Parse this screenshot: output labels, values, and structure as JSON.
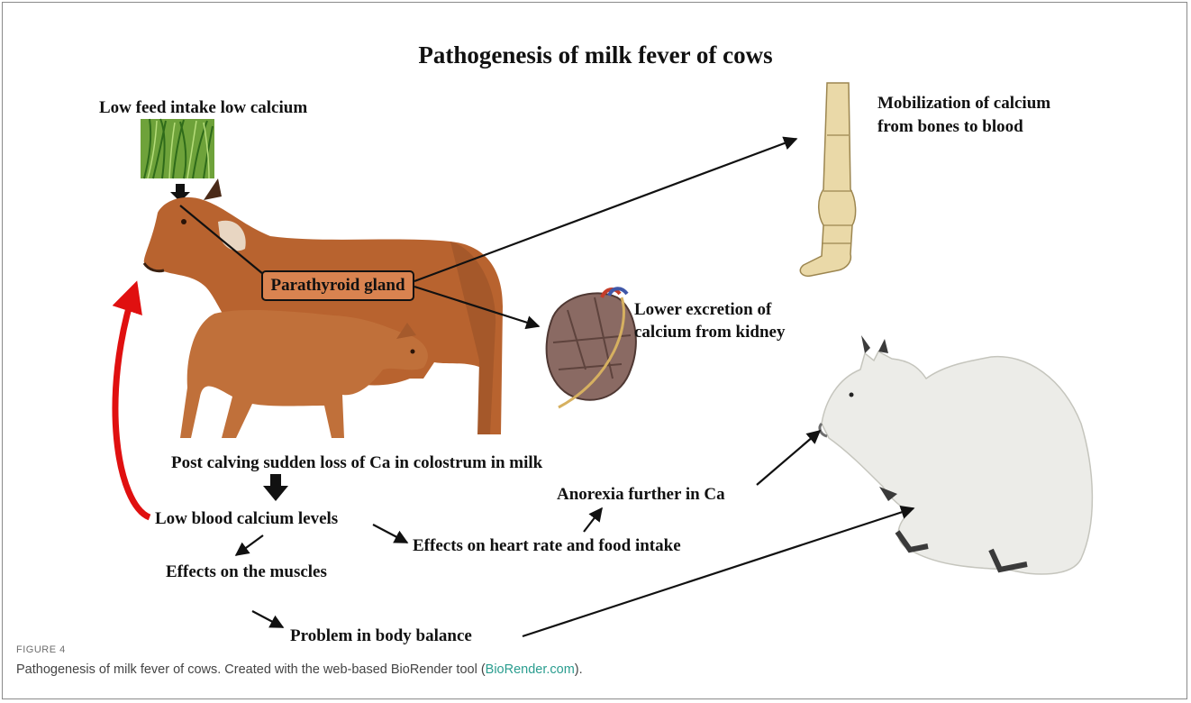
{
  "diagram": {
    "title": "Pathogenesis of milk fever of cows",
    "labels": {
      "feed": "Low feed intake low calcium",
      "parathyroid": "Parathyroid gland",
      "bones_1": "Mobilization of calcium",
      "bones_2": "from bones to blood",
      "kidney_1": "Lower excretion of",
      "kidney_2": "calcium from kidney",
      "post_calving": "Post calving sudden loss of Ca in colostrum in milk",
      "low_blood": "Low blood calcium levels",
      "anorexia": "Anorexia further in Ca",
      "heart": "Effects on heart rate and food intake",
      "muscles": "Effects on the muscles",
      "balance": "Problem in body balance"
    },
    "colors": {
      "cow_brown": "#b8632f",
      "calf_brown": "#c0703a",
      "bone": "#ead9a8",
      "kidney": "#8a6a63",
      "white_cow": "#ecece8",
      "grass": "#4f8f2a",
      "feedback_arrow": "#e01010"
    }
  },
  "caption": {
    "label": "FIGURE 4",
    "text_before": "Pathogenesis of milk fever of cows. Created with the web-based BioRender tool (",
    "link": "BioRender.com",
    "text_after": ")."
  }
}
